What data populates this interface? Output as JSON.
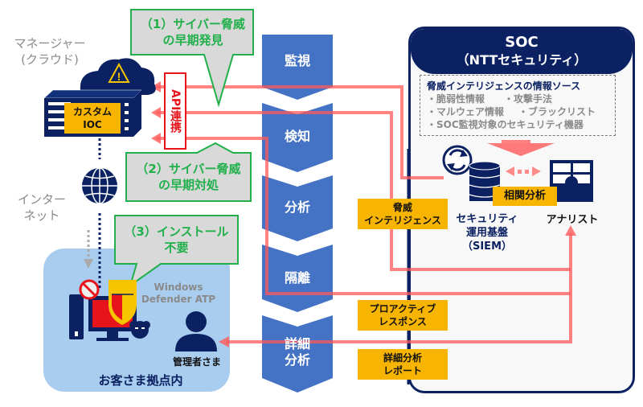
{
  "left": {
    "manager_label": [
      "マネージャー",
      "(クラウド)"
    ],
    "custom_ioc_label": [
      "カスタム",
      "IOC"
    ],
    "internet_label": [
      "インター",
      "ネット"
    ],
    "api_label": "API連携",
    "defender_label": [
      "Windows",
      "Defender ATP"
    ],
    "admin_label": "管理者さま",
    "customer_site_label": "お客さま拠点内"
  },
  "callouts": [
    {
      "lines": [
        "（1）サイバー脅威",
        "の早期発見"
      ]
    },
    {
      "lines": [
        "（2）サイバー脅威",
        "の早期対処"
      ]
    },
    {
      "lines": [
        "（3）インストール",
        "不要"
      ]
    }
  ],
  "process_steps": [
    {
      "label": [
        "監視"
      ]
    },
    {
      "label": [
        "検知"
      ]
    },
    {
      "label": [
        "分析"
      ]
    },
    {
      "label": [
        "隔離"
      ]
    },
    {
      "label": [
        "詳細",
        "分析"
      ]
    }
  ],
  "flow_labels": [
    {
      "lines": [
        "脅威",
        "インテリジェンス"
      ]
    },
    {
      "lines": [
        "プロアクティブ",
        "レスポンス"
      ]
    },
    {
      "lines": [
        "詳細分析",
        "レポート"
      ]
    }
  ],
  "soc": {
    "title": "SOC",
    "subtitle": "（NTTセキュリティ）",
    "intel_title": "脅威インテリジェンスの情報ソース",
    "intel_items": [
      "・脆弱性情報",
      "・攻撃手法",
      "・マルウェア情報",
      "・ブラックリスト",
      "・SOC監視対象のセキュリティ機器"
    ],
    "siem_label": [
      "セキュリティ",
      "運用基盤",
      "（SIEM）"
    ],
    "correlation_label": "相関分析",
    "analyst_label": "アナリスト"
  },
  "colors": {
    "navy": "#0b2162",
    "step_blue": "#4472c4",
    "flow_red": "#ff6b6b",
    "label_yellow": "#f7b400",
    "callout_green": "#21b04b",
    "callout_fill": "#d9d9d9",
    "customer_bg": "#a9cdee"
  }
}
